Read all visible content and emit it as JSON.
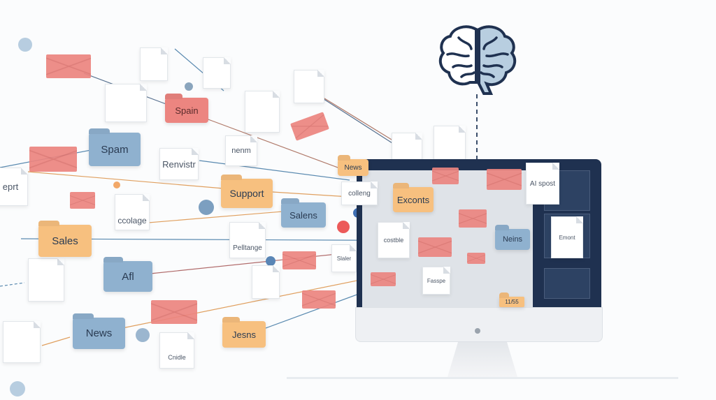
{
  "folders": {
    "spain": "Spain",
    "spam": "Spam",
    "support": "Support",
    "salens": "Salens",
    "sales": "Sales",
    "afl": "Afl",
    "news": "News",
    "jesns": "Jesns",
    "news_small": "News",
    "exconts": "Exconts",
    "neins": "Neins"
  },
  "documents": {
    "renvistr": "Renvistr",
    "nenm": "nenm",
    "ccolage": "ccolage",
    "pelltange": "Pelltange",
    "cnidle": "Cnidle",
    "eprt": "eprt",
    "colleng": "colleng",
    "slaler": "Slaler",
    "costble": "costble",
    "fasspe": "Fasspe",
    "ai_spost": "AI spost",
    "emont": "Emont",
    "number": "11/55"
  },
  "colors": {
    "navy": "#1f3150",
    "blue": "#8fb1cf",
    "orange": "#f7c07f",
    "red": "#ec8580"
  },
  "icons": [
    "brain-icon",
    "envelope-icon",
    "folder-icon",
    "document-icon",
    "monitor-icon"
  ]
}
